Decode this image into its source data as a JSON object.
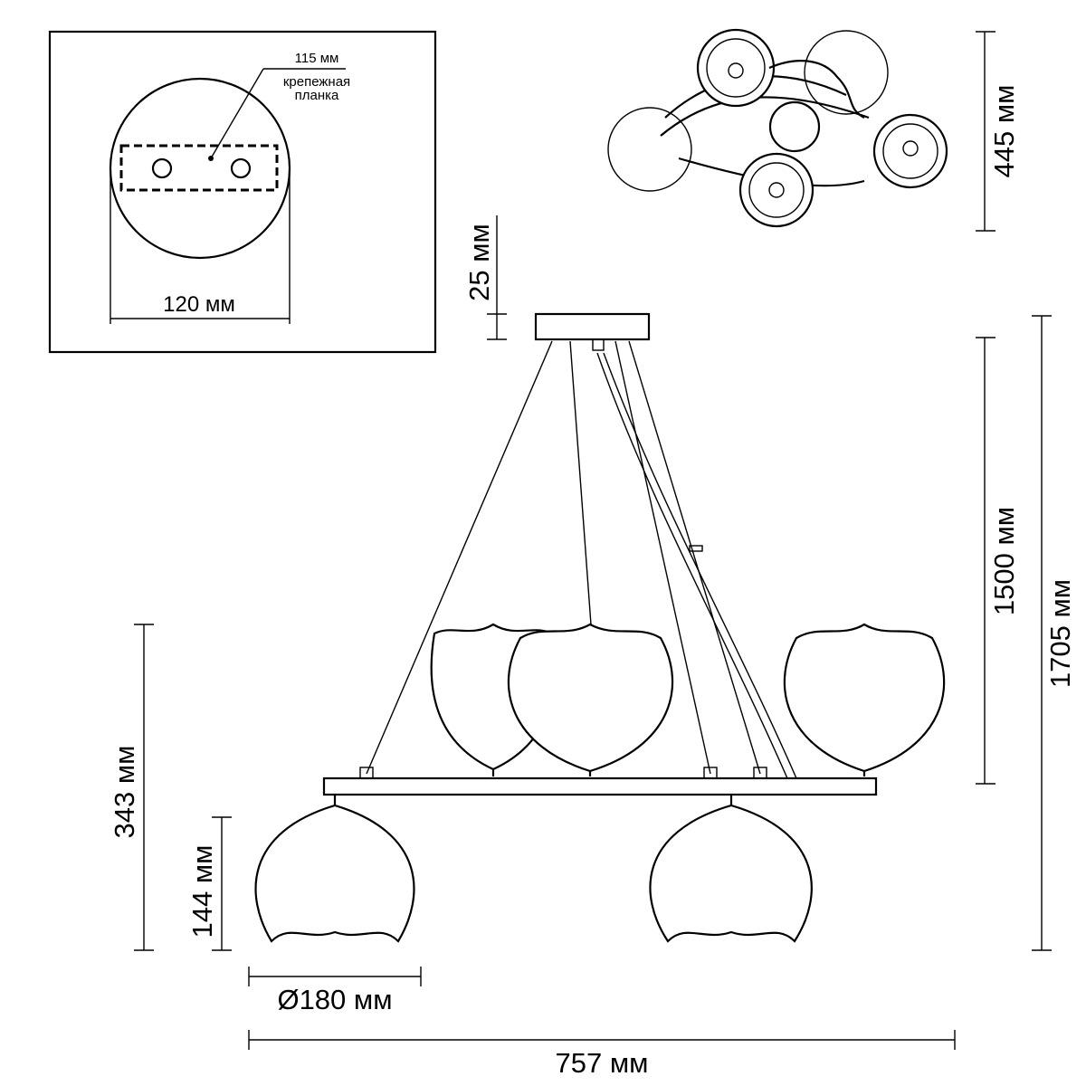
{
  "inset": {
    "width_label": "120 мм",
    "plate_length_label": "115 мм",
    "plate_name_line1": "крепежная",
    "plate_name_line2": "планка"
  },
  "dimensions": {
    "top_view_depth": "445 мм",
    "canopy_height": "25 мм",
    "suspension_length": "1500 мм",
    "total_height": "1705 мм",
    "body_height": "343 мм",
    "shade_height": "144 мм",
    "shade_diameter": "Ø180 мм",
    "total_width": "757 мм"
  }
}
